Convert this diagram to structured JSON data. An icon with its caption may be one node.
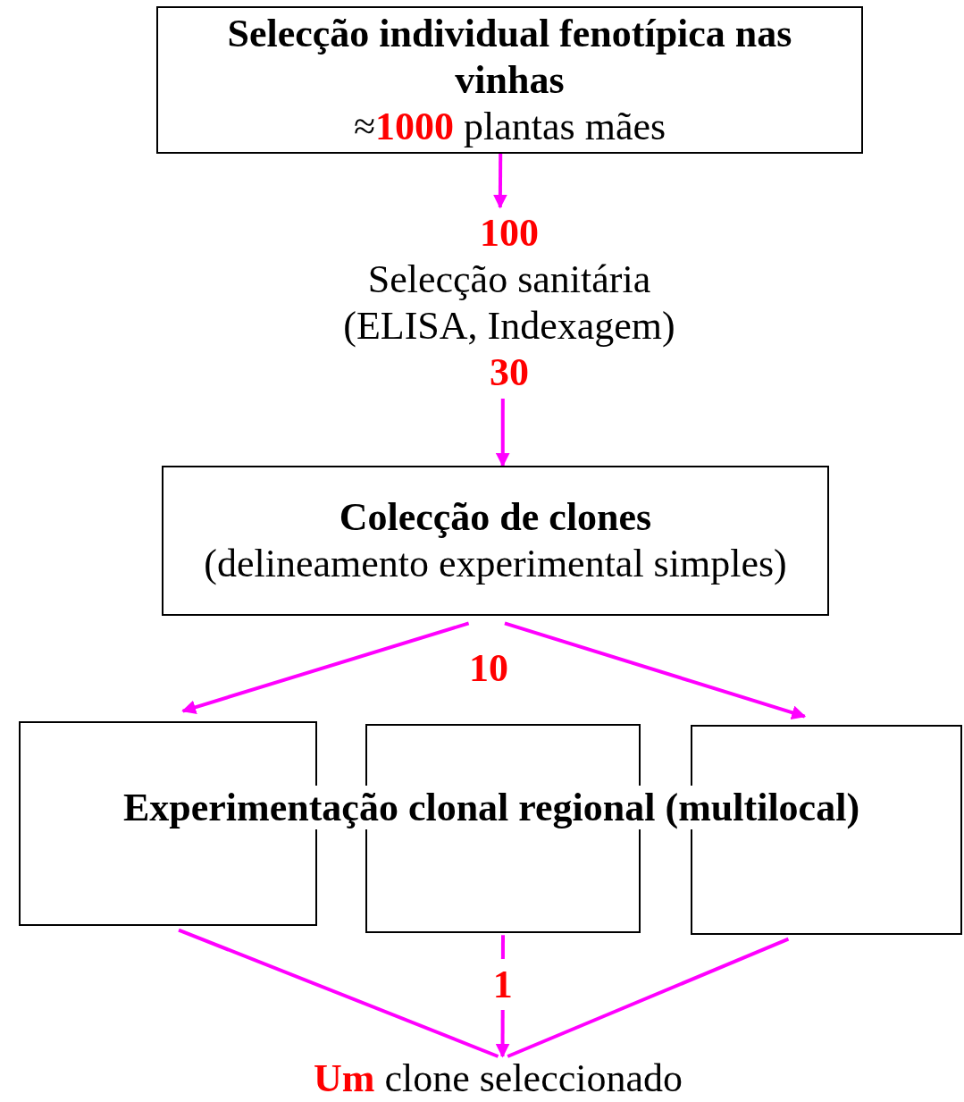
{
  "diagram": {
    "nodes": [
      {
        "text": [
          "Selecção individual fenotípica nas vinhas",
          "≈**1000** plantas mães"
        ]
      },
      {
        "text": [
          "100",
          "Selecção sanitária",
          "(ELISA, Indexagem)",
          "30"
        ]
      },
      {
        "text": [
          "Colecção de clones",
          "(delineamento experimental simples)"
        ]
      },
      {
        "text": [],
        "shape": "box"
      },
      {
        "text": [],
        "shape": "box"
      },
      {
        "text": [],
        "shape": "box"
      },
      {
        "text": [
          "**Um** clone seleccionado"
        ]
      }
    ],
    "edges": [
      {
        "from": 0,
        "to": 1,
        "arrow": "to"
      },
      {
        "from": 1,
        "to": 2,
        "arrow": "to"
      },
      {
        "from": 2,
        "to": 3,
        "arrow": "to"
      },
      {
        "from": 2,
        "to": 5,
        "arrow": "to"
      },
      {
        "from": 3,
        "to": 6,
        "arrow": "none"
      },
      {
        "from": 4,
        "to": 6,
        "arrow": "to",
        "label": "1"
      },
      {
        "from": 5,
        "to": 6,
        "arrow": "none"
      }
    ],
    "labels": [
      "10",
      "Experimentação clonal regional (multilocal)"
    ]
  }
}
